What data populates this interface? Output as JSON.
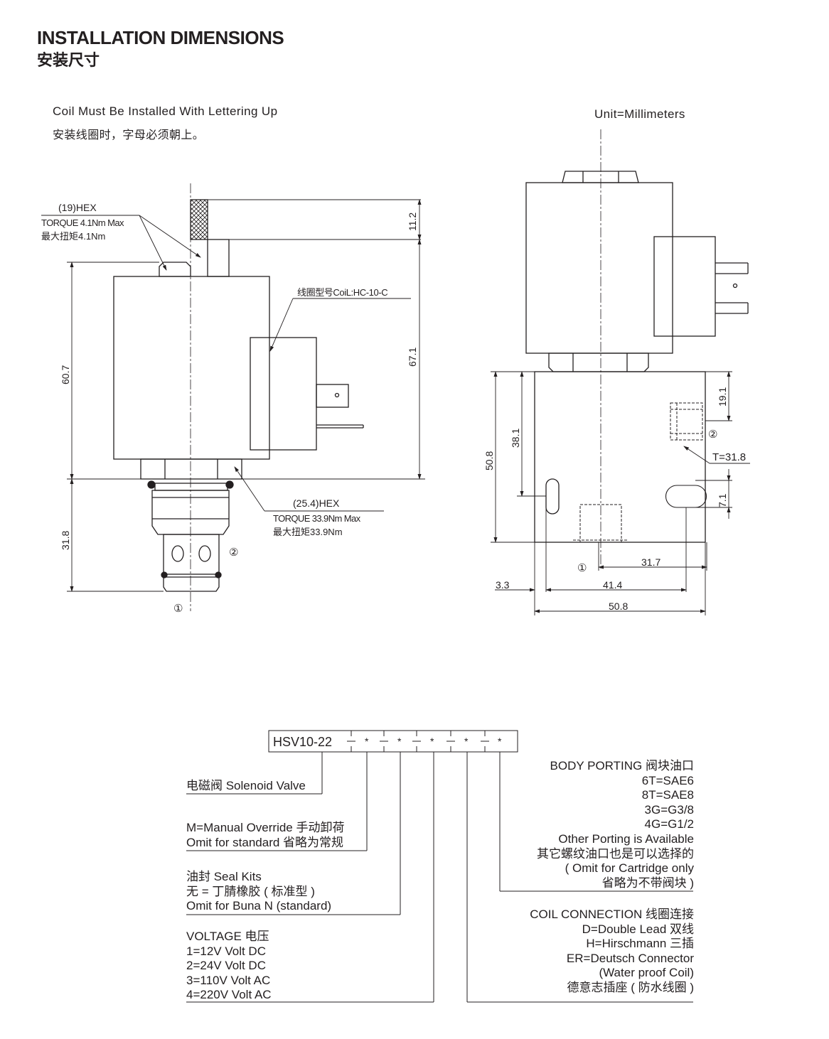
{
  "header": {
    "title": "INSTALLATION DIMENSIONS",
    "title_cn": "安装尺寸"
  },
  "notes": {
    "coil_en": "Coil Must Be Installed With Lettering Up",
    "coil_cn": "安装线圈时，字母必须朝上。",
    "unit": "Unit=Millimeters"
  },
  "left_view": {
    "hex19": "(19)HEX",
    "torque_small": "TORQUE 4.1Nm Max",
    "torque_small_cn": "最大扭矩4.1Nm",
    "coil_model": "线圈型号CoiL:HC-10-C",
    "hex25": "(25.4)HEX",
    "torque_large": "TORQUE 33.9Nm Max",
    "torque_large_cn": "最大扭矩33.9Nm",
    "dim_11_2": "11.2",
    "dim_67_1": "67.1",
    "dim_60_7": "60.7",
    "dim_31_8": "31.8",
    "port1": "①",
    "port2": "②"
  },
  "right_view": {
    "dim_19_1": "19.1",
    "dim_T": "T=31.8",
    "dim_7_1": "7.1",
    "dim_50_8_v": "50.8",
    "dim_38_1": "38.1",
    "dim_31_7": "31.7",
    "dim_3_3": "3.3",
    "dim_41_4": "41.4",
    "dim_50_8_h": "50.8",
    "port1": "①",
    "port2": "②"
  },
  "ordering": {
    "model": "HSV10-22",
    "placeholder": "*",
    "solenoid": "电磁阀 Solenoid Valve",
    "override": [
      "M=Manual Override 手动卸荷",
      "Omit for standard 省略为常规"
    ],
    "seal": [
      "油封 Seal Kits",
      "无 = 丁腈橡胶 ( 标准型 )",
      "Omit for Buna N (standard)"
    ],
    "voltage": [
      "VOLTAGE 电压",
      "1=12V Volt DC",
      "2=24V Volt DC",
      "3=110V Volt AC",
      "4=220V Volt AC"
    ],
    "body_porting": [
      "BODY PORTING 阀块油口",
      "6T=SAE6",
      "8T=SAE8",
      "3G=G3/8",
      "4G=G1/2",
      "Other Porting is Available",
      "其它螺纹油口也是可以选择的",
      "( Omit for Cartridge only",
      "省略为不带阀块 )"
    ],
    "coil_connection": [
      "COIL CONNECTION 线圈连接",
      "D=Double Lead 双线",
      "H=Hirschmann 三插",
      "ER=Deutsch Connector",
      "(Water proof Coil)",
      "德意志插座 ( 防水线圈 )"
    ]
  }
}
